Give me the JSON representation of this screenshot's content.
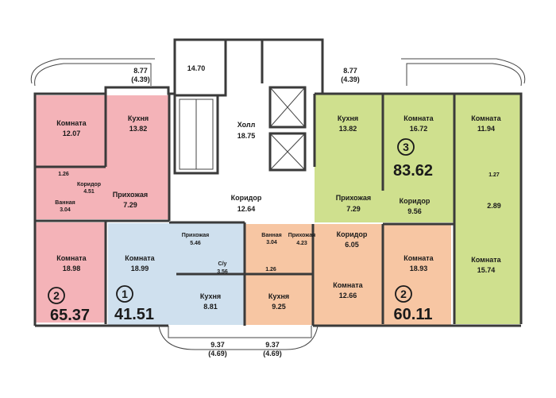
{
  "colors": {
    "apt2_left": "#f4b3b8",
    "apt1": "#cfe0ee",
    "apt2_center": "#f7c6a3",
    "apt2_right": "#f7c6a3",
    "apt3": "#cfe08e",
    "common": "#ffffff",
    "wall": "#3a3a3a"
  },
  "balconies": {
    "top_left": {
      "value": "8.77",
      "sub": "(4.39)"
    },
    "top_right": {
      "value": "8.77",
      "sub": "(4.39)"
    },
    "bottom_left": {
      "value": "9.37",
      "sub": "(4.69)"
    },
    "bottom_right": {
      "value": "9.37",
      "sub": "(4.69)"
    }
  },
  "common_areas": {
    "stair_area": "14.70",
    "hall": {
      "name": "Холл",
      "area": "18.75"
    },
    "corridor": {
      "name": "Коридор",
      "area": "12.64"
    }
  },
  "apartments": [
    {
      "id": "left",
      "rooms_count": "2",
      "total_area": "65.37",
      "rooms": [
        {
          "name": "Комната",
          "area": "12.07"
        },
        {
          "name": "Кухня",
          "area": "13.82"
        },
        {
          "name": "Коридор",
          "area": "4.51"
        },
        {
          "name": "Прихожая",
          "area": "7.29"
        },
        {
          "name": "Ванная",
          "area": "3.04"
        },
        {
          "name": "",
          "area": "1.26"
        },
        {
          "name": "Комната",
          "area": "18.98"
        }
      ]
    },
    {
      "id": "one",
      "rooms_count": "1",
      "total_area": "41.51",
      "rooms": [
        {
          "name": "Прихожая",
          "area": "5.46"
        },
        {
          "name": "Комната",
          "area": "18.99"
        },
        {
          "name": "С/у",
          "area": "3.56"
        },
        {
          "name": "Кухня",
          "area": "8.81"
        }
      ]
    },
    {
      "id": "center",
      "rooms_count": "2",
      "total_area": "60.11",
      "rooms": [
        {
          "name": "Ванная",
          "area": "3.04"
        },
        {
          "name": "Прихожая",
          "area": "4.23"
        },
        {
          "name": "",
          "area": "1.26"
        },
        {
          "name": "Кухня",
          "area": "9.25"
        },
        {
          "name": "Коридор",
          "area": "6.05"
        },
        {
          "name": "Комната",
          "area": "12.66"
        },
        {
          "name": "Комната",
          "area": "18.93"
        }
      ]
    },
    {
      "id": "three",
      "rooms_count": "3",
      "total_area": "83.62",
      "rooms": [
        {
          "name": "Кухня",
          "area": "13.82"
        },
        {
          "name": "Комната",
          "area": "16.72"
        },
        {
          "name": "Комната",
          "area": "11.94"
        },
        {
          "name": "Прихожая",
          "area": "7.29"
        },
        {
          "name": "Коридор",
          "area": "9.56"
        },
        {
          "name": "",
          "area": "1.27"
        },
        {
          "name": "",
          "area": "2.89"
        },
        {
          "name": "Комната",
          "area": "15.74"
        }
      ]
    }
  ]
}
